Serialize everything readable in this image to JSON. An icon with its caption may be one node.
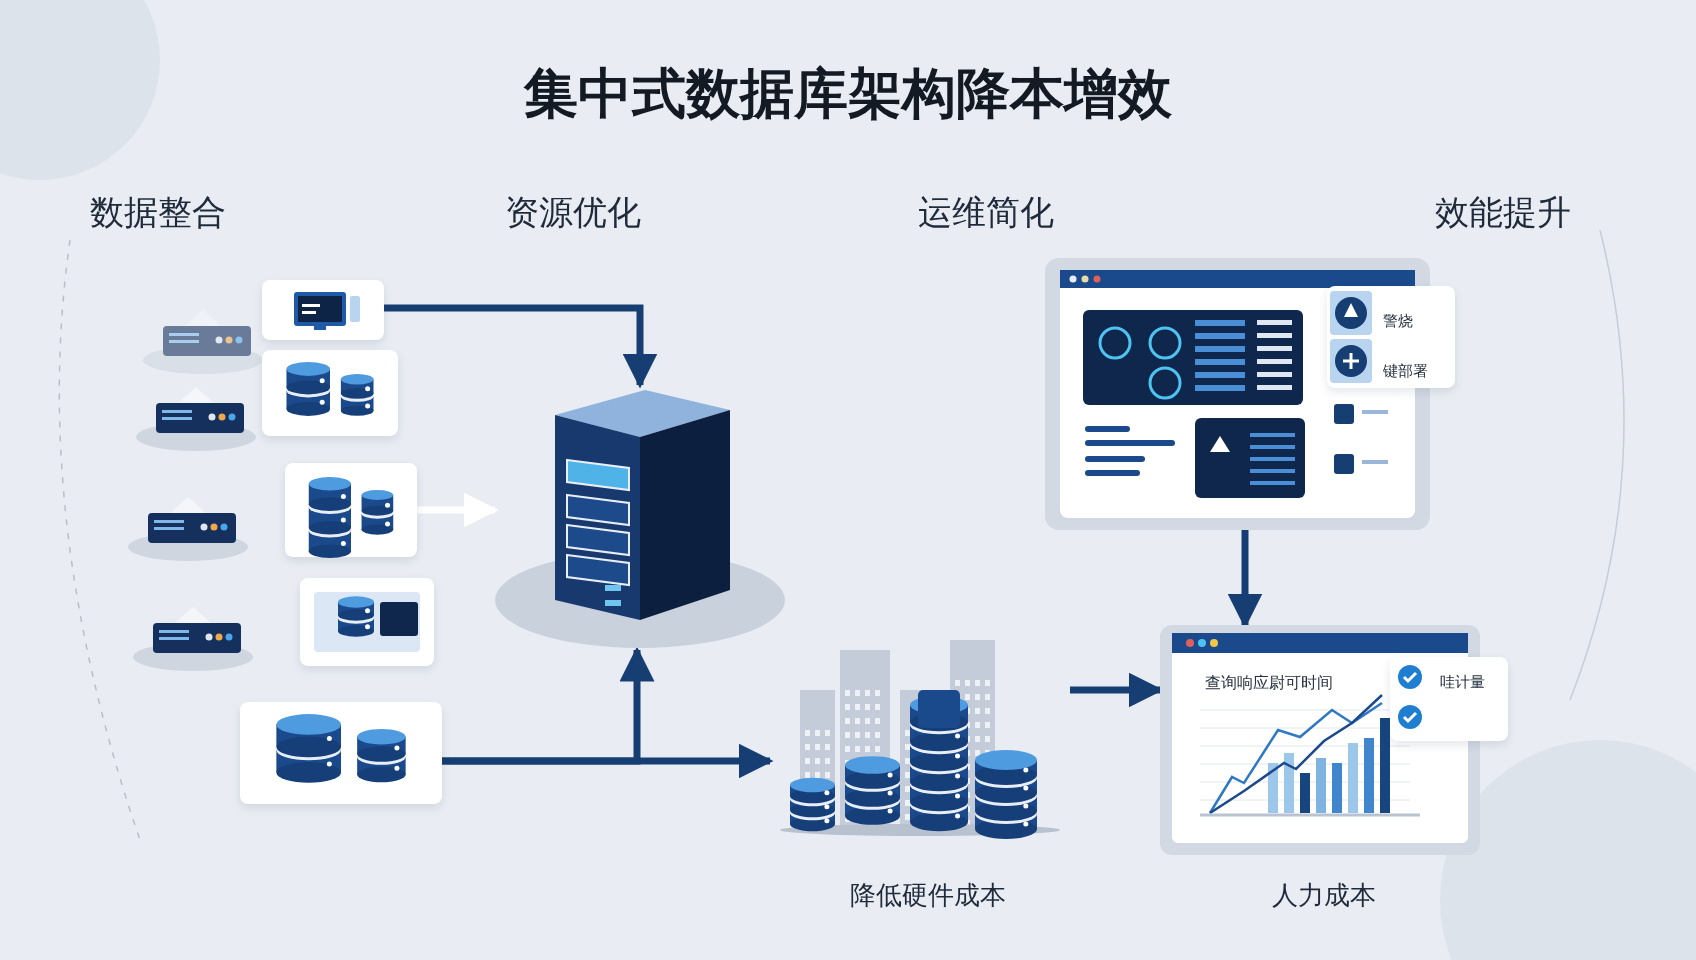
{
  "diagram": {
    "title": "集中式数据库架构降本增效",
    "nodes": [
      {
        "text": [],
        "shape": "picture"
      },
      {
        "text": [],
        "shape": "picture"
      },
      {
        "text": [],
        "shape": "picture"
      },
      {
        "text": [],
        "shape": "picture"
      },
      {
        "text": [],
        "shape": "picture"
      },
      {
        "text": [],
        "shape": "picture"
      },
      {
        "text": [],
        "shape": "picture",
        "beside": [
          "降低硬件成本"
        ]
      },
      {
        "text": [
          "警烧",
          "键部署"
        ]
      },
      {
        "text": [
          "查询响应尉可时间",
          "哇计量"
        ],
        "beside": [
          "人力成本"
        ]
      }
    ],
    "edges": [
      {
        "from": 0,
        "to": 5,
        "arrow": "to"
      },
      {
        "from": 2,
        "to": 5,
        "arrow": "to",
        "color": "#ffffff"
      },
      {
        "from": 4,
        "to": 5,
        "arrow": "to"
      },
      {
        "from": 4,
        "to": 6,
        "arrow": "to"
      },
      {
        "from": 7,
        "to": 8,
        "arrow": "to"
      },
      {
        "from": 6,
        "to": 8,
        "arrow": "to"
      }
    ],
    "labels": [
      "数据整合",
      "资源优化",
      "运维简化",
      "效能提升"
    ]
  }
}
